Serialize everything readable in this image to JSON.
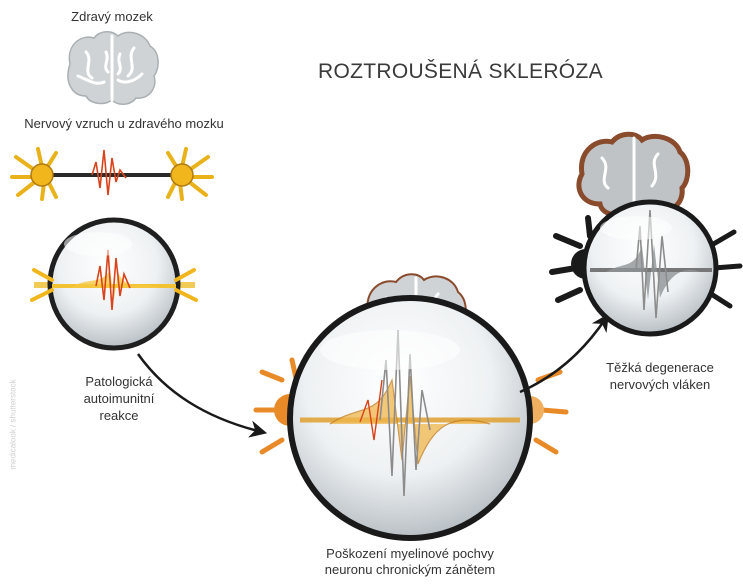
{
  "title": "ROZTROUŠENÁ SKLERÓZA",
  "labels": {
    "healthy_brain": "Zdravý mozek",
    "healthy_impulse": "Nervový vzruch u zdravého mozku",
    "autoimmune_1": "Patologická",
    "autoimmune_2": "autoimunitní",
    "autoimmune_3": "reakce",
    "severe_1": "Těžká degenerace",
    "severe_2": "nervových vláken",
    "damage_1": "Poškození myelinové pochvy",
    "damage_2": "neuronu chronickým zánětem"
  },
  "watermark": "medicalook / shutterstock",
  "colors": {
    "neuron_yellow": "#f2b61d",
    "neuron_orange": "#e98a28",
    "brain_gray": "#c9cdd0",
    "brain_damaged": "#8a4a2c",
    "signal_red": "#d9431c",
    "neuron_black": "#1a1a1a",
    "lens_edge": "#222222"
  }
}
